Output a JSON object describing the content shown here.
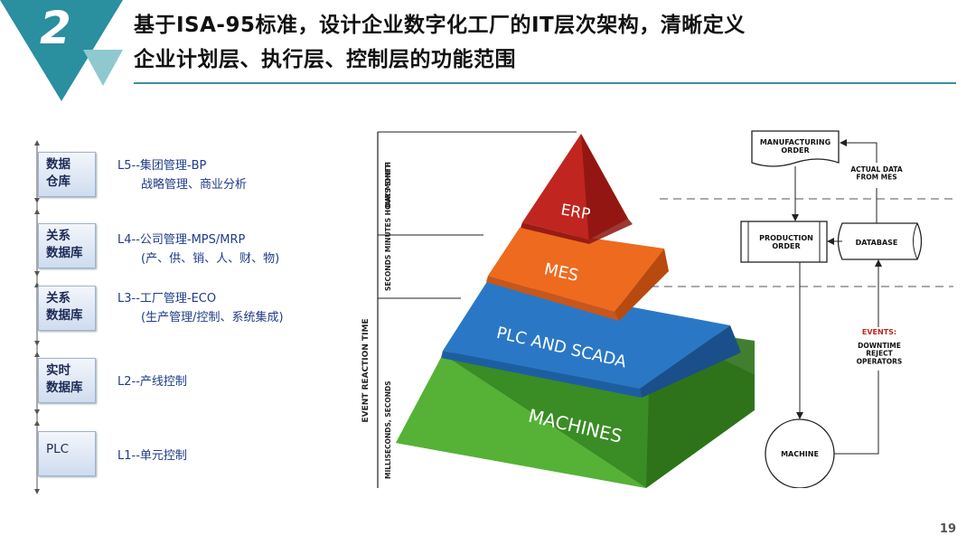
{
  "section_number": "2",
  "title": {
    "line1": "基于ISA-95标准，设计企业数字化工厂的IT层次架构，清晰定义",
    "line2": "企业计划层、执行层、控制层的功能范围"
  },
  "levels": [
    {
      "box": [
        "数据",
        "仓库"
      ],
      "text": "L5--集团管理-BP",
      "sub": "战略管理、商业分析"
    },
    {
      "box": [
        "关系",
        "数据库"
      ],
      "text": "L4--公司管理-MPS/MRP",
      "sub": "(产、供、销、人、财、物)"
    },
    {
      "box": [
        "关系",
        "数据库"
      ],
      "text": "L3--工厂管理-ECO",
      "sub": "(生产管理/控制、系统集成)"
    },
    {
      "box": [
        "实时",
        "数据库"
      ],
      "text": "L2--产线控制",
      "sub": ""
    },
    {
      "box": [
        "PLC"
      ],
      "text": "L1--单元控制",
      "sub": ""
    }
  ],
  "pyramid": {
    "layers": [
      "ERP",
      "MES",
      "PLC AND SCADA",
      "MACHINES"
    ],
    "colors": [
      "#c0251f",
      "#ee6a1f",
      "#2a78c5",
      "#4ba82f"
    ],
    "axis_label": "EVENT REACTION TIME",
    "time_bands": [
      "DAY MONTH",
      "SECONDS MINUTES HOURS SHIFT",
      "MILLISECONDS, SECONDS"
    ]
  },
  "flow": {
    "manufacturing_order": "MANUFACTURING ORDER",
    "actual_data": "ACTUAL DATA FROM MES",
    "production_order": "PRODUCTION ORDER",
    "database": "DATABASE",
    "events_label": "EVENTS:",
    "events_items": "DOWNTIME REJECT OPERATORS",
    "machine": "MACHINE"
  },
  "page_number": "19"
}
